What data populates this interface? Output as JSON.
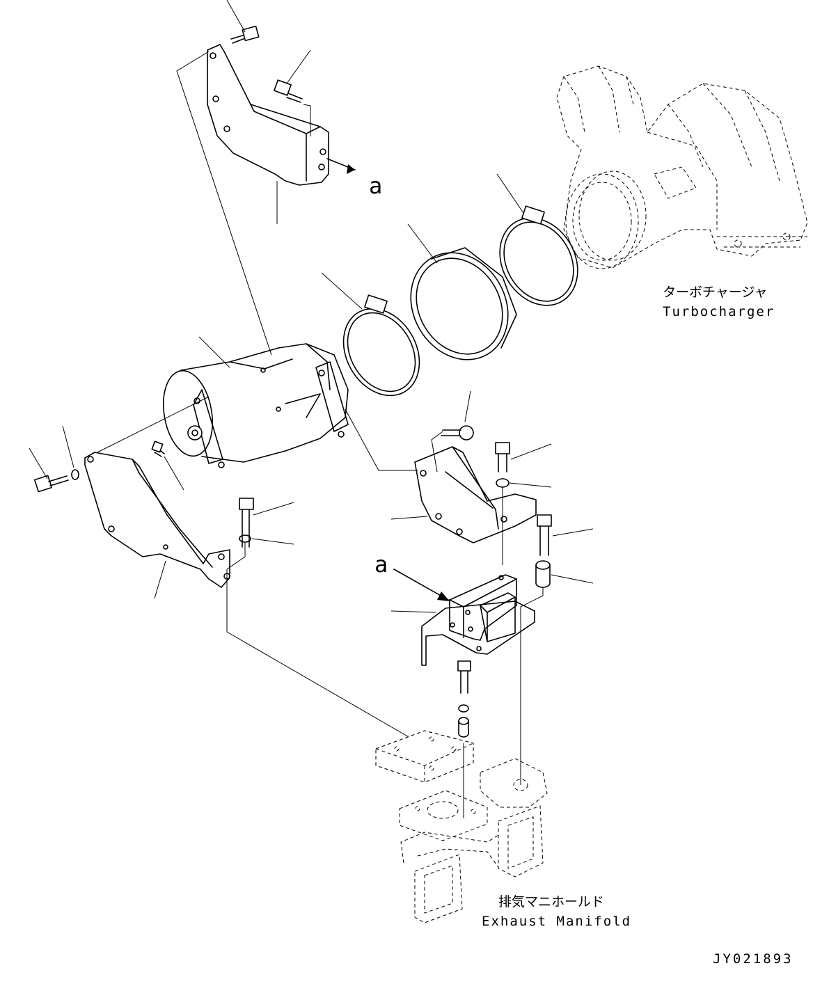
{
  "labels": {
    "turbocharger_jp": "ターボチャージャ",
    "turbocharger_en": "Turbocharger",
    "manifold_jp": "排気マニホールド",
    "manifold_en": "Exhaust Manifold",
    "view_ref_top": "a",
    "view_ref_mid": "a",
    "drawing_number": "JY021893"
  }
}
